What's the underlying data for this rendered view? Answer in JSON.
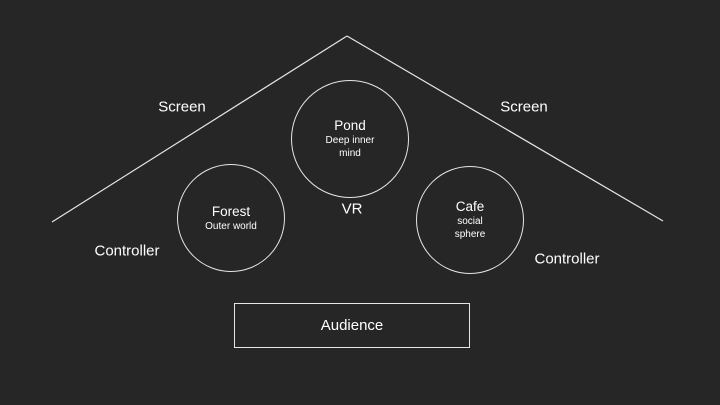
{
  "labels": {
    "screen_left": "Screen",
    "screen_right": "Screen",
    "controller_left": "Controller",
    "controller_right": "Controller",
    "vr": "VR"
  },
  "nodes": {
    "pond": {
      "title": "Pond",
      "subtitle": "Deep inner\nmind"
    },
    "forest": {
      "title": "Forest",
      "subtitle": "Outer world"
    },
    "cafe": {
      "title": "Cafe",
      "subtitle": "social\nsphere"
    }
  },
  "audience": {
    "label": "Audience"
  },
  "colors": {
    "background": "#262626",
    "stroke": "#e6e6e6",
    "text": "#ffffff"
  }
}
